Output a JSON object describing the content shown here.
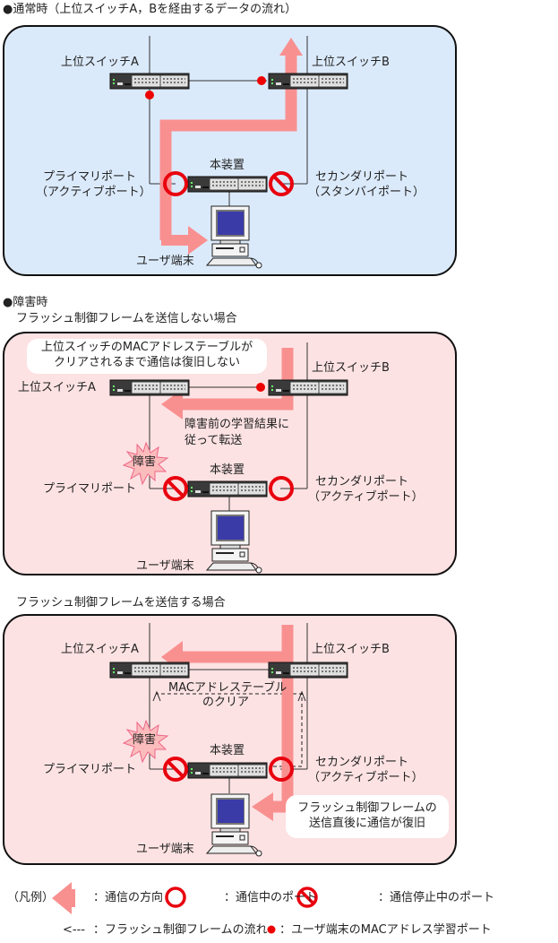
{
  "sections": {
    "normal": {
      "heading": "●通常時（上位スイッチA，Bを経由するデータの流れ）",
      "switch_a": "上位スイッチA",
      "switch_b": "上位スイッチB",
      "device": "本装置",
      "primary_port": "プライマリポート",
      "primary_port_state": "（アクティブポート）",
      "secondary_port": "セカンダリポート",
      "secondary_port_state": "（スタンバイポート）",
      "terminal": "ユーザ端末"
    },
    "failure": {
      "heading": "●障害時",
      "no_flush": {
        "subheading": "フラッシュ制御フレームを送信しない場合",
        "note_line1": "上位スイッチのMACアドレステーブルが",
        "note_line2": "クリアされるまで通信は復旧しない",
        "forward_note_line1": "障害前の学習結果に",
        "forward_note_line2": "従って転送",
        "switch_a": "上位スイッチA",
        "switch_b": "上位スイッチB",
        "fault": "障害",
        "device": "本装置",
        "primary_port": "プライマリポート",
        "secondary_port": "セカンダリポート",
        "secondary_port_state": "（アクティブポート）",
        "terminal": "ユーザ端末"
      },
      "flush": {
        "subheading": "フラッシュ制御フレームを送信する場合",
        "switch_a": "上位スイッチA",
        "switch_b": "上位スイッチB",
        "mac_clear_line1": "MACアドレステーブル",
        "mac_clear_line2": "のクリア",
        "fault": "障害",
        "device": "本装置",
        "primary_port": "プライマリポート",
        "secondary_port": "セカンダリポート",
        "secondary_port_state": "（アクティブポート）",
        "note_line1": "フラッシュ制御フレームの",
        "note_line2": "送信直後に通信が復旧",
        "terminal": "ユーザ端末"
      }
    }
  },
  "legend": {
    "title": "（凡例）",
    "arrow": "：通信の方向",
    "active_port": "：通信中のポート",
    "stopped_port": "：通信停止中のポート",
    "flush_arrow_glyph": "<---",
    "flush_flow": "：フラッシュ制御フレームの流れ",
    "mac_learn_port": "：ユーザ端末のMACアドレス学習ポート"
  },
  "colors": {
    "arrow": "#f99090",
    "port_ring": "#e8000e",
    "learn_dot": "#ee0000",
    "normal_bg": "#dbeafb",
    "failure_bg": "#fde2e3"
  }
}
